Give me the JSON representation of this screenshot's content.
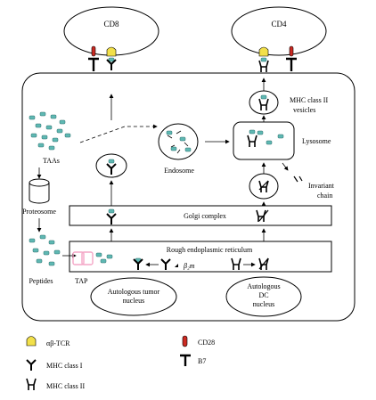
{
  "diagram": {
    "cells": {
      "cd8": "CD8",
      "cd4": "CD4"
    },
    "labels": {
      "mhc2_vesicles_line1": "MHC class II",
      "mhc2_vesicles_line2": "vesicles",
      "lysosome": "Lysosome",
      "endosome": "Endosome",
      "invariant_line1": "Invariant",
      "invariant_line2": "chain",
      "taas": "TAAs",
      "proteosome": "Proteosome",
      "golgi": "Golgi complex",
      "rer": "Rough endoplasmic reticulum",
      "peptides": "Peptides",
      "tap": "TAP",
      "beta2m": "β₂m",
      "tumor_nucleus_line1": "Autologous tumor",
      "tumor_nucleus_line2": "nucleus",
      "dc_nucleus_line1": "Autologous",
      "dc_nucleus_line2": "DC",
      "dc_nucleus_line3": "nucleus"
    },
    "legend": [
      {
        "icon": "tcr-icon",
        "label": "αβ-TCR"
      },
      {
        "icon": "mhc-class-i-icon",
        "label": "MHC class I"
      },
      {
        "icon": "mhc-class-ii-icon",
        "label": "MHC class II"
      },
      {
        "icon": "cd28-icon",
        "label": "CD28"
      },
      {
        "icon": "b7-icon",
        "label": "B7"
      }
    ],
    "colors": {
      "tcr": "#f2e04a",
      "cd28": "#cc2a22",
      "peptide": "#5fb8b3",
      "tap": "#f4a6c6"
    }
  }
}
